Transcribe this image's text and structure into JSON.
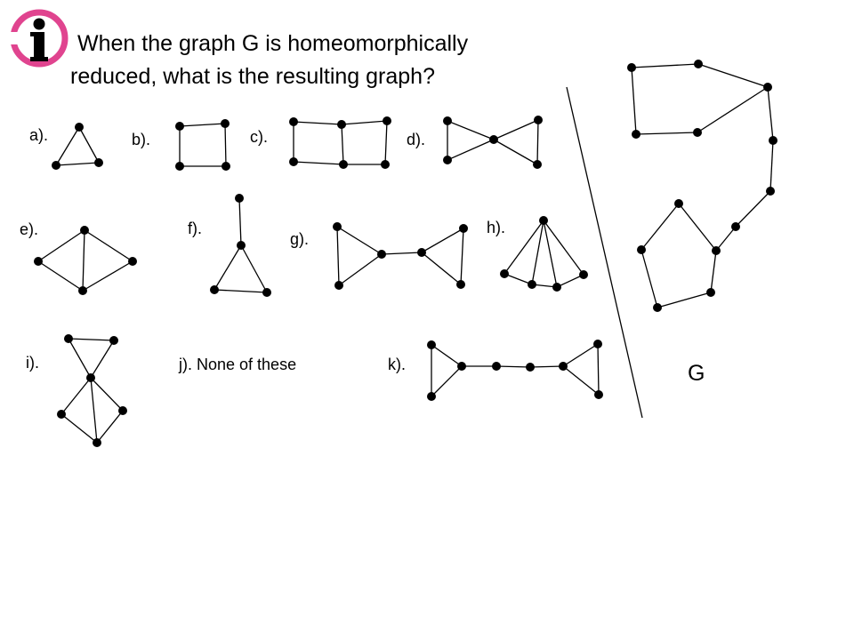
{
  "title": {
    "line1": "When the graph G is homeomorphically",
    "line2": "reduced, what is the resulting graph?"
  },
  "logo": {
    "icon": "info-icon",
    "letter": "i",
    "color": "#e0448f"
  },
  "options": {
    "a": "a).",
    "b": "b).",
    "c": "c).",
    "d": "d).",
    "e": "e).",
    "f": "f).",
    "g": "g).",
    "h": "h).",
    "i": "i).",
    "j": "j). None of these",
    "k": "k)."
  },
  "graph_label": "G"
}
